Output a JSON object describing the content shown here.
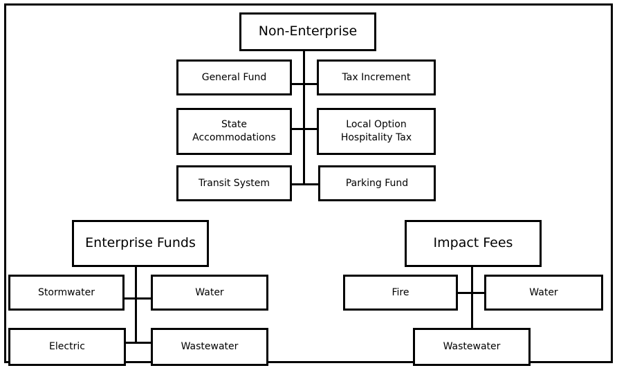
{
  "non_enterprise": {
    "title": "Non-Enterprise",
    "general_fund": "General Fund",
    "tax_increment": "Tax Increment",
    "state_accommodations": "State\nAccommodations",
    "local_option_hospitality_tax": "Local Option\nHospitality Tax",
    "transit_system": "Transit System",
    "parking_fund": "Parking Fund"
  },
  "enterprise_funds": {
    "title": "Enterprise Funds",
    "stormwater": "Stormwater",
    "water": "Water",
    "electric": "Electric",
    "wastewater": "Wastewater"
  },
  "impact_fees": {
    "title": "Impact Fees",
    "fire": "Fire",
    "water": "Water",
    "wastewater": "Wastewater"
  }
}
